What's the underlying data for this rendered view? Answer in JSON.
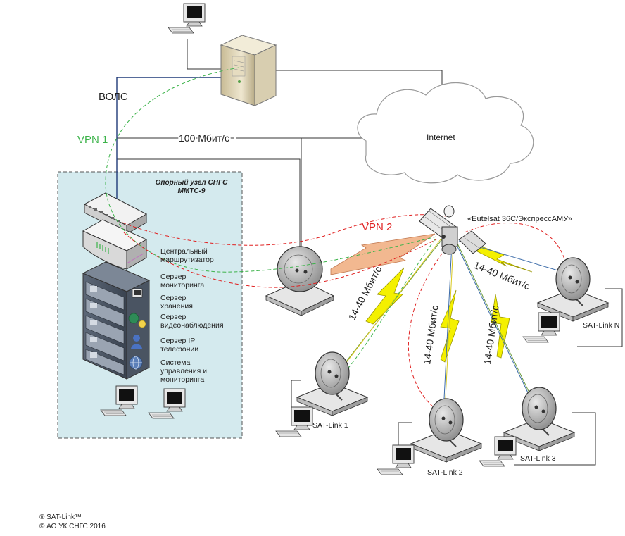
{
  "links": {
    "vols": "ВОЛС",
    "vpn1": "VPN 1",
    "speed_100": "100 Мбит/с",
    "internet": "Internet",
    "vpn2": "VPN 2",
    "satellite": "«Eutelsat 36C/ЭкспрессАМУ»",
    "rate_a": "14-40 Мбит/с",
    "rate_b": "14-40 Мбит/с",
    "rate_c": "14-40 Мбит/с",
    "rate_d": "14-40 Мбит/с"
  },
  "hub": {
    "title_line1": "Опорный узел СНГС",
    "title_line2": "ММТС-9",
    "router_line1": "Центральный",
    "router_line2": "маршрутизатор",
    "mon_line1": "Сервер",
    "mon_line2": "мониторинга",
    "storage_line1": "Сервер",
    "storage_line2": "хранения",
    "video_line1": "Сервер",
    "video_line2": "видеонаблюдения",
    "ip_line1": "Сервер IP",
    "ip_line2": "телефонии",
    "ctl_line1": "Система",
    "ctl_line2": "управления и",
    "ctl_line3": "мониторинга"
  },
  "terminals": {
    "sat1": "SAT-Link 1",
    "sat2": "SAT-Link 2",
    "sat3": "SAT-Link 3",
    "satn": "SAT-Link N"
  },
  "copyright": {
    "line1": "® SAT-Link™",
    "line2": "© АО УК СНГС 2016"
  },
  "colors": {
    "hub_fill": "#d4eaee",
    "vpn1": "#3cb34a",
    "vpn2": "#e02020",
    "fiber": "#1f3a78",
    "lightning": "#f4f000",
    "beam_orange": "#f2b890"
  }
}
